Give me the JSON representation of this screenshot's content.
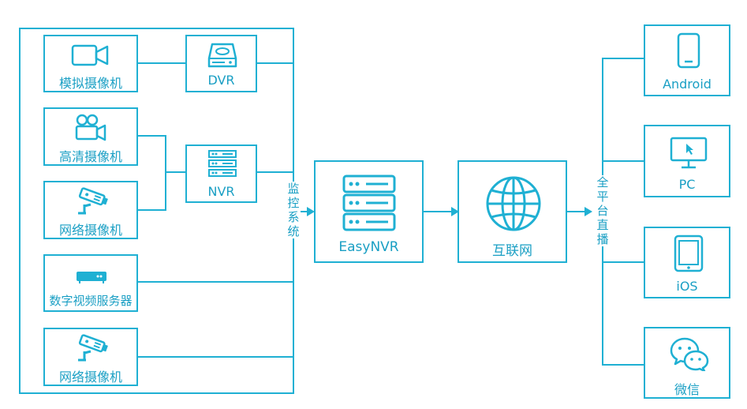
{
  "devices": {
    "analog_camera": "模拟摄像机",
    "dvr": "DVR",
    "hd_camera": "高清摄像机",
    "nvr": "NVR",
    "network_camera_1": "网络摄像机",
    "digital_video_server": "数字视频服务器",
    "network_camera_2": "网络摄像机"
  },
  "monitor_system_label": "监控系统",
  "easynvr": "EasyNVR",
  "internet": "互联网",
  "live_label": "全平台直播",
  "clients": {
    "android": "Android",
    "pc": "PC",
    "ios": "iOS",
    "wechat": "微信"
  },
  "colors": {
    "accent": "#1fb0d3"
  }
}
